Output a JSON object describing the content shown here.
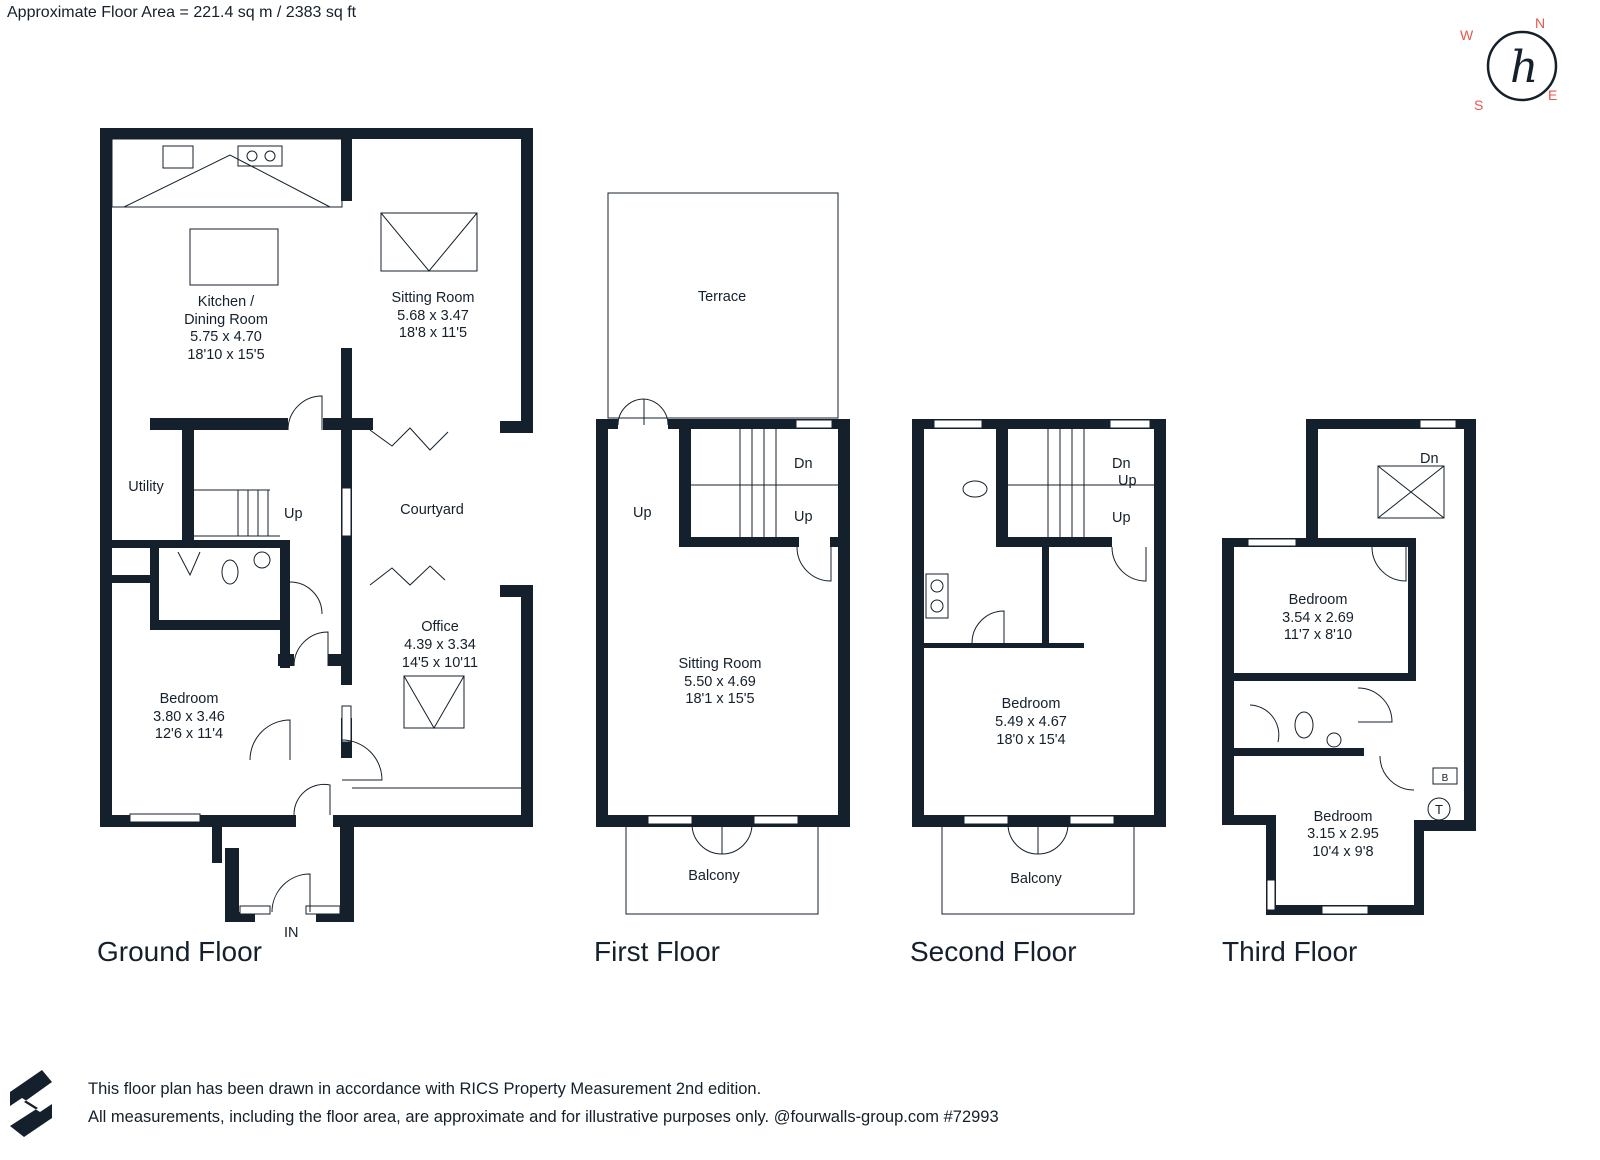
{
  "header": {
    "floor_area": "Approximate Floor Area = 221.4 sq m / 2383 sq ft"
  },
  "compass": {
    "n": "N",
    "w": "W",
    "s": "S",
    "e": "E",
    "monogram": "h"
  },
  "colors": {
    "wall": "#14202b",
    "compass_accent": "#e4574c"
  },
  "ground_floor": {
    "title": "Ground Floor",
    "kitchen": [
      "Kitchen /",
      "Dining Room",
      "5.75 x 4.70",
      "18'10 x 15'5"
    ],
    "sitting": [
      "Sitting Room",
      "5.68 x 3.47",
      "18'8 x 11'5"
    ],
    "utility": "Utility",
    "courtyard": "Courtyard",
    "up": "Up",
    "office": [
      "Office",
      "4.39 x 3.34",
      "14'5 x 10'11"
    ],
    "bedroom": [
      "Bedroom",
      "3.80 x 3.46",
      "12'6 x 11'4"
    ],
    "entrance": "IN"
  },
  "first_floor": {
    "title": "First Floor",
    "terrace": "Terrace",
    "up": "Up",
    "dn": "Dn",
    "stair_up": "Up",
    "sitting": [
      "Sitting Room",
      "5.50 x 4.69",
      "18'1 x 15'5"
    ],
    "balcony": "Balcony"
  },
  "second_floor": {
    "title": "Second Floor",
    "dn": "Dn",
    "up1": "Up",
    "up2": "Up",
    "bedroom": [
      "Bedroom",
      "5.49 x 4.67",
      "18'0 x 15'4"
    ],
    "balcony": "Balcony"
  },
  "third_floor": {
    "title": "Third Floor",
    "dn": "Dn",
    "bedroom1": [
      "Bedroom",
      "3.54 x 2.69",
      "11'7 x 8'10"
    ],
    "bedroom2": [
      "Bedroom",
      "3.15 x 2.95",
      "10'4 x 9'8"
    ],
    "boiler": "B",
    "tank": "T"
  },
  "footer": {
    "line1": "This floor plan has been drawn in accordance with RICS Property Measurement 2nd edition.",
    "line2": "All measurements, including the floor area, are approximate and for illustrative purposes only. @fourwalls-group.com #72993"
  }
}
